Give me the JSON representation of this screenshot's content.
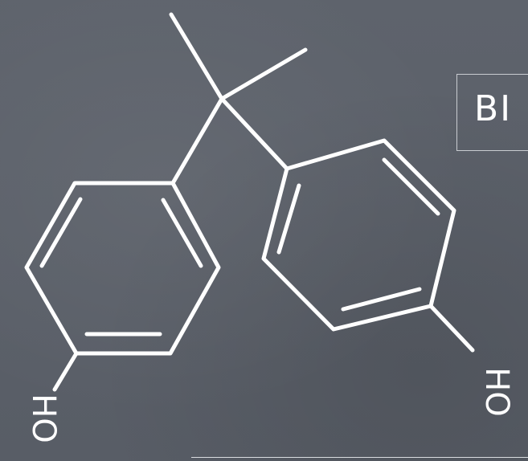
{
  "slide": {
    "title_fragment": "BI",
    "atom_labels": {
      "hydroxyl_left": "HO",
      "hydroxyl_right": "HO"
    },
    "colors": {
      "background": "#5b6069",
      "bond_stroke": "#ffffff",
      "frame": "#c9ccd1"
    }
  }
}
